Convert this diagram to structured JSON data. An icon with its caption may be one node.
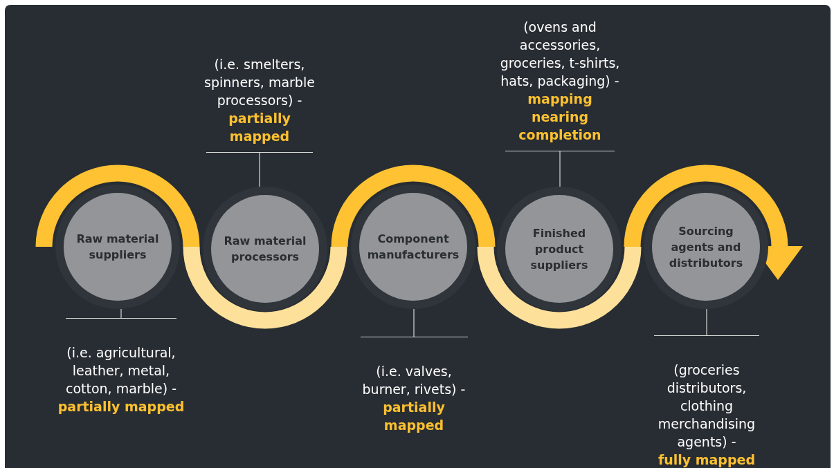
{
  "diagram": {
    "nodes": [
      {
        "text": [
          "Raw material suppliers"
        ]
      },
      {
        "text": [
          "Raw material processors"
        ]
      },
      {
        "text": [
          "Component manufacturers"
        ]
      },
      {
        "text": [
          "Finished product suppliers"
        ]
      },
      {
        "text": [
          "Sourcing agents and distributors"
        ]
      },
      {
        "text": [
          "(i.e. agricultural, leather, metal, cotton, marble) -",
          "partially mapped"
        ]
      },
      {
        "text": [
          "(i.e. smelters, spinners, marble processors) -",
          "partially mapped"
        ]
      },
      {
        "text": [
          "(i.e. valves, burner, rivets) -",
          "partially mapped"
        ]
      },
      {
        "text": [
          "(ovens and accessories, groceries, t-shirts, hats, packaging) -",
          "mapping nearing completion"
        ]
      },
      {
        "text": [
          "(groceries distributors, clothing merchandising agents) -",
          "fully mapped"
        ]
      }
    ],
    "edges": [
      {
        "from": 5,
        "to": 0,
        "arrow": "none"
      },
      {
        "from": 6,
        "to": 1,
        "arrow": "none"
      },
      {
        "from": 7,
        "to": 2,
        "arrow": "none"
      },
      {
        "from": 8,
        "to": 3,
        "arrow": "none"
      },
      {
        "from": 9,
        "to": 4,
        "arrow": "none"
      }
    ]
  }
}
